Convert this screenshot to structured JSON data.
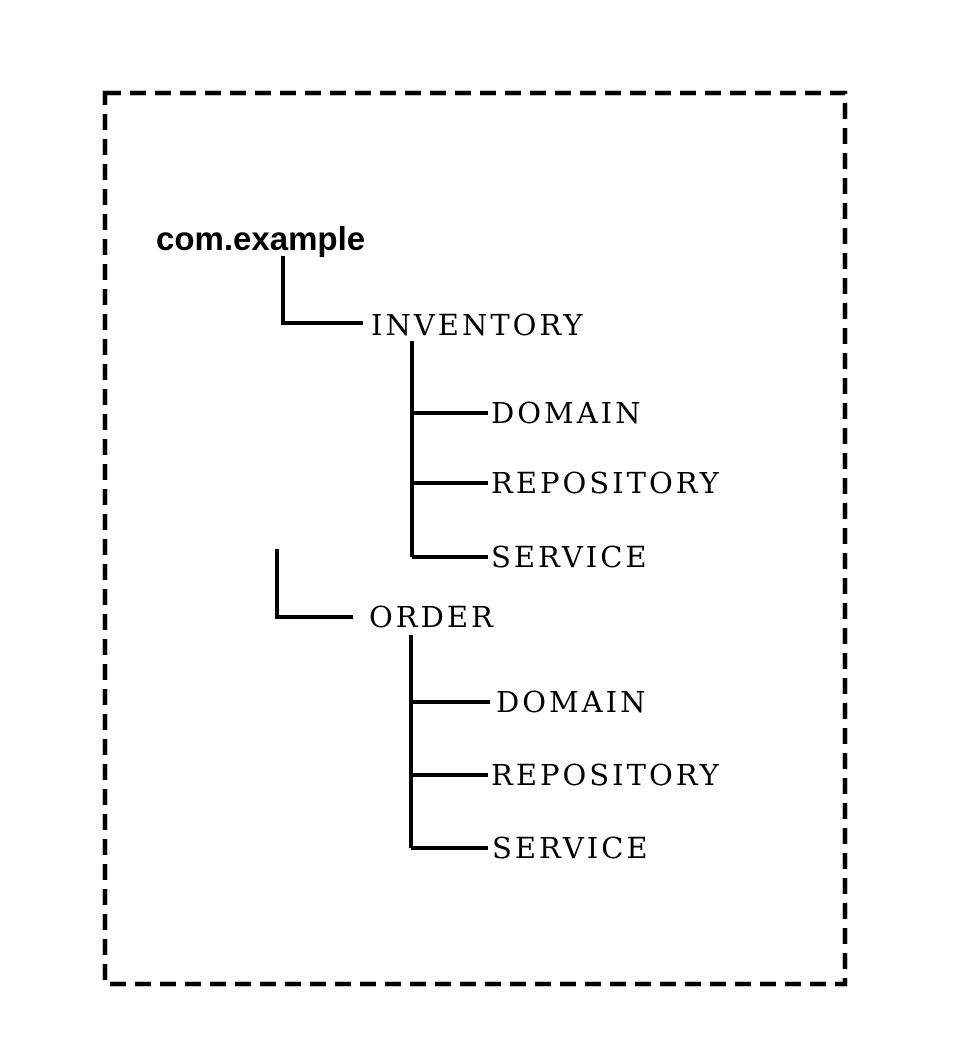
{
  "diagram": {
    "root_label": "com.example",
    "packages": [
      {
        "name": "INVENTORY",
        "children": [
          "DOMAIN",
          "REPOSITORY",
          "SERVICE"
        ]
      },
      {
        "name": "ORDER",
        "children": [
          "DOMAIN",
          "REPOSITORY",
          "SERVICE"
        ]
      }
    ],
    "colors": {
      "background": "#ffffff",
      "line": "#000000",
      "text": "#000000"
    }
  }
}
